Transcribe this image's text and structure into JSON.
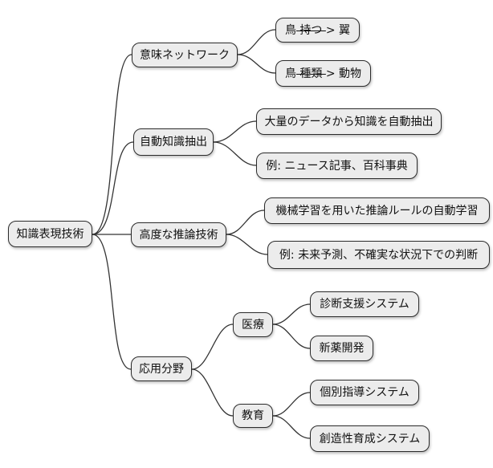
{
  "diagram": {
    "type": "mindmap",
    "root": {
      "label": "知識表現技術"
    },
    "branches": [
      {
        "label": "意味ネットワーク",
        "children": [
          {
            "pre": "鳥 ",
            "strike": " 持つ ",
            "post": "> 翼"
          },
          {
            "pre": "鳥 ",
            "strike": " 種類 ",
            "post": "> 動物"
          }
        ]
      },
      {
        "label": "自動知識抽出",
        "children": [
          {
            "label": "大量のデータから知識を自動抽出"
          },
          {
            "label": "例: ニュース記事、百科事典"
          }
        ]
      },
      {
        "label": "高度な推論技術",
        "children": [
          {
            "label": "機械学習を用いた推論ルールの自動学習"
          },
          {
            "label": "例: 未来予測、不確実な状況下での判断"
          }
        ]
      },
      {
        "label": "応用分野",
        "children": [
          {
            "label": "医療",
            "children": [
              {
                "label": "診断支援システム"
              },
              {
                "label": "新薬開発"
              }
            ]
          },
          {
            "label": "教育",
            "children": [
              {
                "label": "個別指導システム"
              },
              {
                "label": "創造性育成システム"
              }
            ]
          }
        ]
      }
    ],
    "colors": {
      "background": "#ffffff",
      "node_fill": "#ececec",
      "node_border": "#2b2b2b",
      "edge": "#333333",
      "text": "#111111"
    }
  }
}
